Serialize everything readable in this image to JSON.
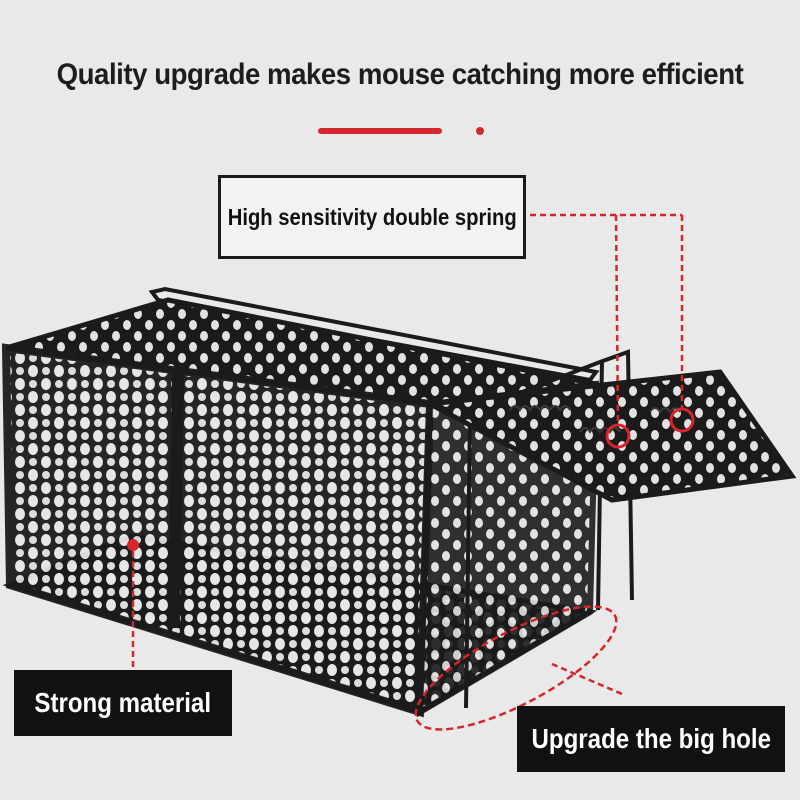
{
  "headline": "Quality upgrade makes mouse catching more efficient",
  "callouts": {
    "spring": "High sensitivity double spring",
    "material": "Strong material",
    "hole": "Upgrade the big hole"
  },
  "colors": {
    "background": "#e9e9e9",
    "accent_red": "#d4262d",
    "cage_black": "#1b1b1b"
  },
  "subject": "mouse-trap-cage"
}
